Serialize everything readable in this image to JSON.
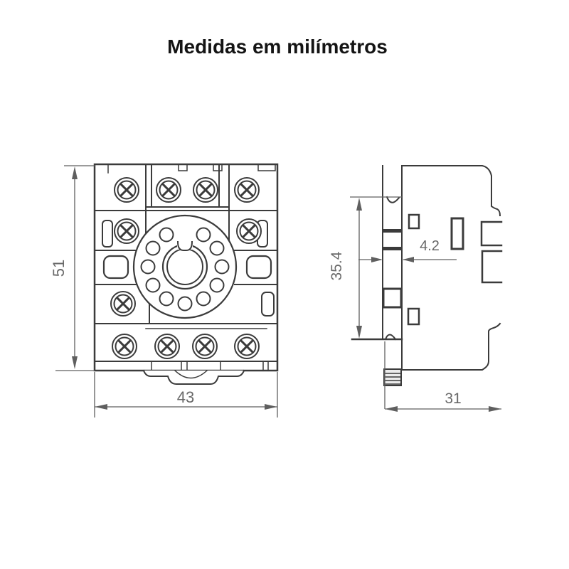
{
  "title": "Medidas em milímetros",
  "drawing": {
    "front_view": {
      "height_mm": "51",
      "width_mm": "43"
    },
    "side_view": {
      "height_mm": "35.4",
      "flange_mm": "4.2",
      "depth_mm": "31"
    }
  },
  "colors": {
    "line": "#3b3b3b",
    "dimension": "#5f5f5f",
    "dimension_text": "#696969",
    "title_text": "#141414",
    "background": "#ffffff"
  }
}
